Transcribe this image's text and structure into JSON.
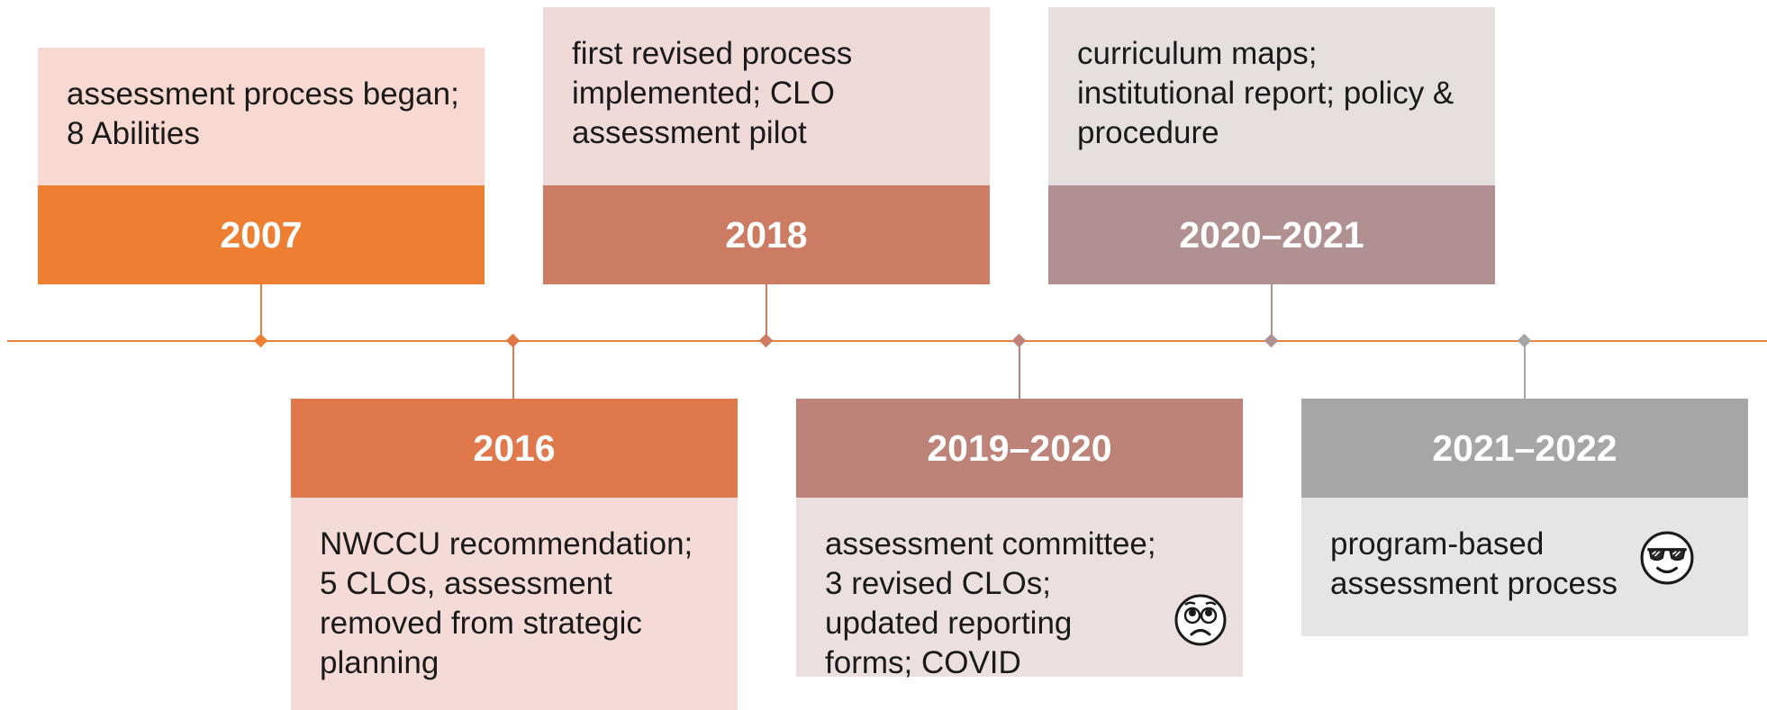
{
  "timeline": {
    "events": [
      {
        "year": "2007",
        "description": "assessment process began; 8 Abilities",
        "color": "#EE7F32",
        "panel_color": "#F7D9D1"
      },
      {
        "year": "2016",
        "description": "NWCCU recommendation; 5 CLOs, assessment removed from strategic planning",
        "color": "#DF784B",
        "panel_color": "#F4DBD8"
      },
      {
        "year": "2018",
        "description": "first revised process implemented; CLO assessment pilot",
        "color": "#CC7C63",
        "panel_color": "#EFDAD9"
      },
      {
        "year": "2019–2020",
        "description": "assessment committee; 3 revised CLOs; updated reporting forms; COVID",
        "color": "#BD8378",
        "panel_color": "#EBDFDF",
        "icon": "worried-face-icon"
      },
      {
        "year": "2020–2021",
        "description": "curriculum maps; institutional report; policy & procedure",
        "color": "#B09090",
        "panel_color": "#E6DFE0"
      },
      {
        "year": "2021–2022",
        "description": "program-based assessment process",
        "color": "#A6A6A6",
        "panel_color": "#E5E5E5",
        "icon": "sunglasses-face-icon"
      }
    ],
    "axis_color": "#E8823F"
  }
}
